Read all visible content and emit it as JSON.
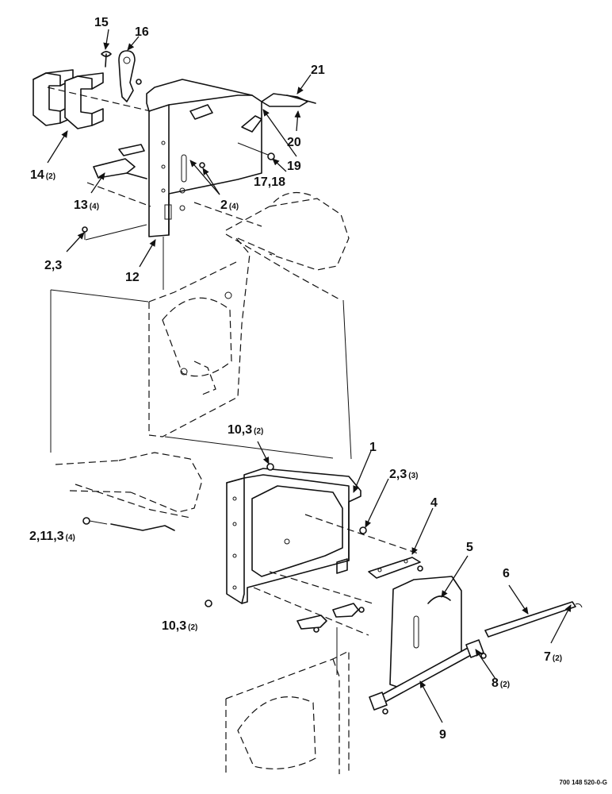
{
  "callouts": [
    {
      "id": "c15",
      "number": "15",
      "qty": ""
    },
    {
      "id": "c16",
      "number": "16",
      "qty": ""
    },
    {
      "id": "c21",
      "number": "21",
      "qty": ""
    },
    {
      "id": "c20",
      "number": "20",
      "qty": ""
    },
    {
      "id": "c19",
      "number": "19",
      "qty": ""
    },
    {
      "id": "c1718",
      "number": "17,18",
      "qty": ""
    },
    {
      "id": "c14",
      "number": "14",
      "qty": "(2)"
    },
    {
      "id": "c13",
      "number": "13",
      "qty": "(4)"
    },
    {
      "id": "c2a",
      "number": "2",
      "qty": "(4)"
    },
    {
      "id": "c23a",
      "number": "2,3",
      "qty": ""
    },
    {
      "id": "c12",
      "number": "12",
      "qty": ""
    },
    {
      "id": "c103a",
      "number": "10,3",
      "qty": "(2)"
    },
    {
      "id": "c1",
      "number": "1",
      "qty": ""
    },
    {
      "id": "c23b",
      "number": "2,3",
      "qty": "(3)"
    },
    {
      "id": "c4",
      "number": "4",
      "qty": ""
    },
    {
      "id": "c5",
      "number": "5",
      "qty": ""
    },
    {
      "id": "c6",
      "number": "6",
      "qty": ""
    },
    {
      "id": "c2113",
      "number": "2,11,3",
      "qty": "(4)"
    },
    {
      "id": "c103b",
      "number": "10,3",
      "qty": "(2)"
    },
    {
      "id": "c7",
      "number": "7",
      "qty": "(2)"
    },
    {
      "id": "c8",
      "number": "8",
      "qty": "(2)"
    },
    {
      "id": "c9",
      "number": "9",
      "qty": ""
    }
  ],
  "drawing_number": "700 148 520-0-G",
  "colors": {
    "ink": "#111111",
    "paper": "#ffffff"
  }
}
